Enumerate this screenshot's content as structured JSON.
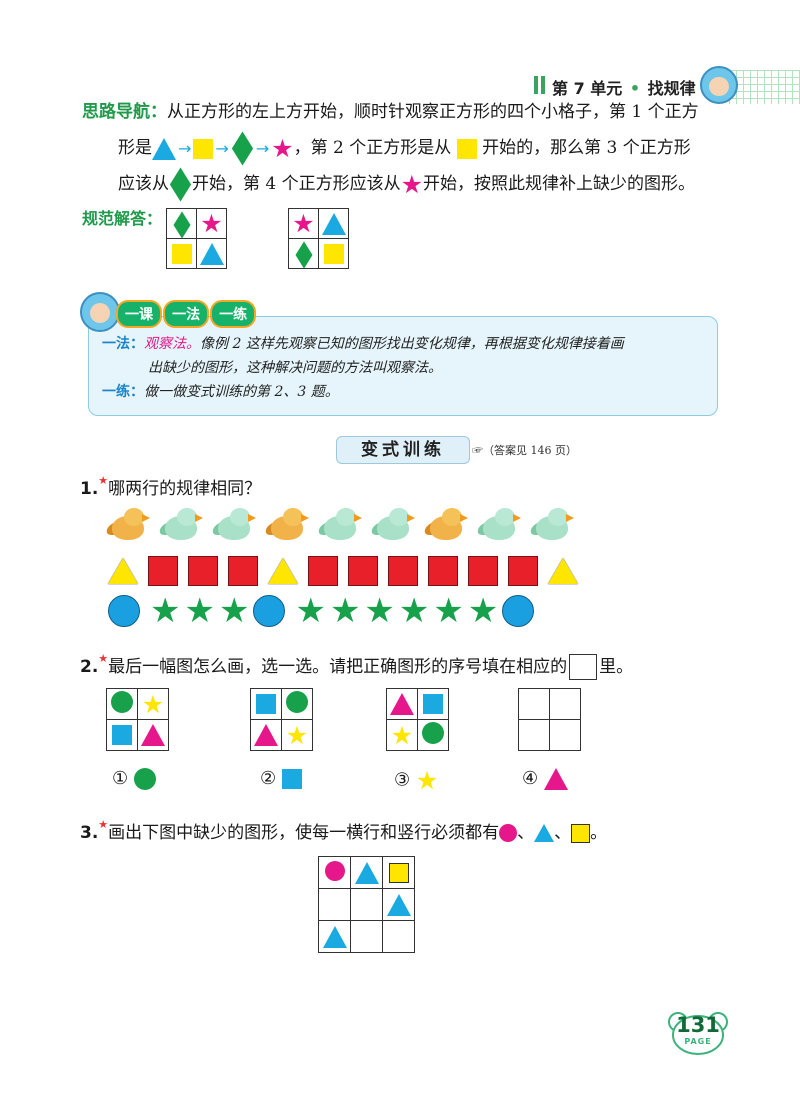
{
  "header": {
    "unit": "第 7 单元",
    "topic": "找规律"
  },
  "guide": {
    "label": "思路导航：",
    "line1": "从正方形的左上方开始，顺时针观察正方形的四个小格子，第 1 个正方",
    "line2_a": "形是",
    "line2_b": "，第 2 个正方形是从",
    "line2_c": "开始的，那么第 3 个正方形",
    "line3_a": "应该从",
    "line3_b": "开始，第 4 个正方形应该从",
    "line3_c": "开始，按照此规律补上缺少的图形。",
    "arrow": "→",
    "star_glyph": "★"
  },
  "answer": {
    "label": "规范解答："
  },
  "tip": {
    "pill_1": "一课",
    "pill_2": "一法",
    "pill_3": "一练",
    "method_label": "一法：",
    "method_name": "观察法。",
    "method_text1": "像例 2 这样先观察已知的图形找出变化规律，再根据变化规律接着画",
    "method_text2": "出缺少的图形，这种解决问题的方法叫观察法。",
    "practice_label": "一练：",
    "practice_text": "做一做变式训练的第 2、3 题。"
  },
  "practice": {
    "title": "变式训练",
    "ref": "☞（答案见 146 页）"
  },
  "q1": {
    "num": "1.",
    "mark": "★",
    "text": "哪两行的规律相同？",
    "star_glyph": "★"
  },
  "q2": {
    "num": "2.",
    "mark": "★",
    "text_a": "最后一幅图怎么画，选一选。请把正确图形的序号填在相应的",
    "text_b": "里。",
    "star_glyph": "★",
    "options": [
      "①",
      "②",
      "③",
      "④"
    ]
  },
  "q3": {
    "num": "3.",
    "mark": "★",
    "text_a": "画出下图中缺少的图形，使每一横行和竖行必须都有",
    "sep1": "、",
    "sep2": "、",
    "end": "。"
  },
  "page": {
    "number": "131",
    "label": "PAGE"
  },
  "colors": {
    "green": "#16a14a",
    "blue": "#1aa9e0",
    "yellow": "#ffe600",
    "pink": "#e6178a",
    "red": "#e8202a"
  }
}
